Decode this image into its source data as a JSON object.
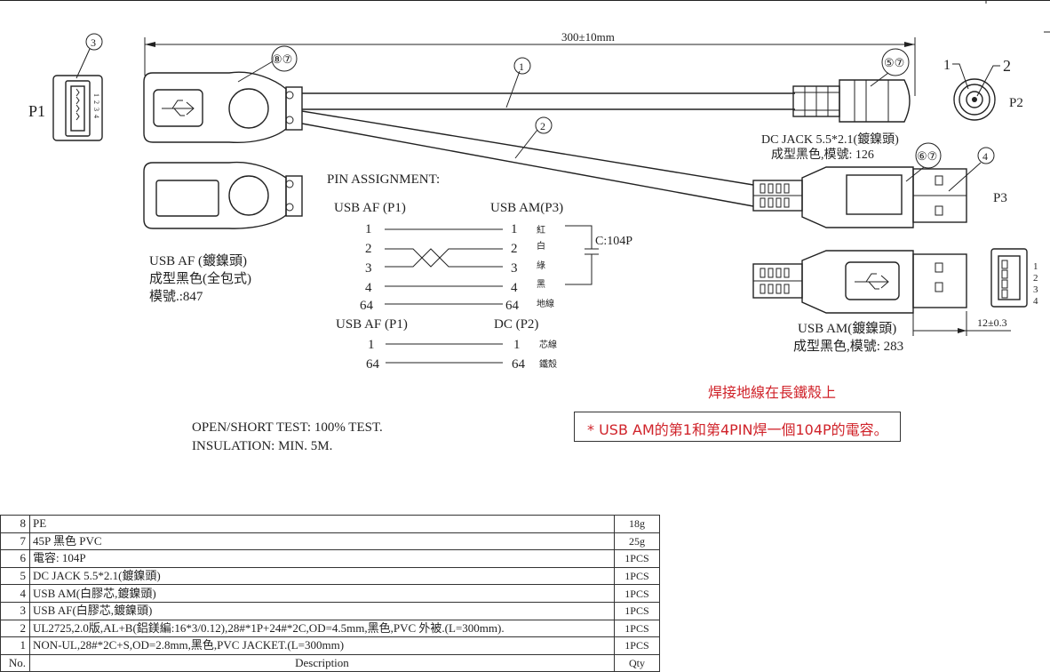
{
  "dimension": {
    "length": "300±10mm",
    "pin_pitch": "12±0.3"
  },
  "balloons": {
    "b3": "3",
    "b87": "⑧⑦",
    "b1": "1",
    "b57": "⑤⑦",
    "b2": "2",
    "b67": "⑥⑦",
    "b4": "4"
  },
  "p1": {
    "label": "P1",
    "pins": [
      "1",
      "2",
      "3",
      "4"
    ]
  },
  "p2": {
    "label": "P2",
    "pin_a": "1",
    "pin_b": "2"
  },
  "p3": {
    "label": "P3"
  },
  "usb_af": {
    "line1": "USB AF (鍍鎳頭)",
    "line2": "成型黑色(全包式)",
    "line3": "模號.:847"
  },
  "dc_jack": {
    "line1": "DC JACK 5.5*2.1(鍍鎳頭)",
    "line2": "成型黑色,模號: 126"
  },
  "usb_am": {
    "line1": "USB AM(鍍鎳頭)",
    "line2": "成型黑色,模號: 283",
    "pins": [
      "1",
      "2",
      "3",
      "4"
    ]
  },
  "pin_assignment": {
    "title": "PIN ASSIGNMENT:",
    "left_header": "USB AF (P1)",
    "right_header": "USB AM(P3)",
    "cap_label": "C:104P",
    "rows": [
      {
        "left": "1",
        "right": "1",
        "color": "紅"
      },
      {
        "left": "2",
        "right": "2",
        "color": "白"
      },
      {
        "left": "3",
        "right": "3",
        "color": "綠"
      },
      {
        "left": "4",
        "right": "4",
        "color": "黑"
      },
      {
        "left": "64",
        "right": "64",
        "color": "地線"
      }
    ],
    "left_header2": "USB AF (P1)",
    "right_header2": "DC (P2)",
    "rows2": [
      {
        "left": "1",
        "right": "1",
        "color": "芯線"
      },
      {
        "left": "64",
        "right": "64",
        "color": "鐵殼"
      }
    ]
  },
  "tests": {
    "line1": "OPEN/SHORT TEST: 100% TEST.",
    "line2": "INSULATION: MIN. 5M."
  },
  "notes": {
    "weld": "焊接地線在長鐵殼上",
    "capacitor": "* USB AM的第1和第4PIN焊一個104P的電容。"
  },
  "bom": {
    "header": {
      "no": "No.",
      "desc": "Description",
      "qty": "Qty"
    },
    "rows": [
      {
        "no": "8",
        "desc": "PE",
        "qty": "18g"
      },
      {
        "no": "7",
        "desc": "45P 黑色 PVC",
        "qty": "25g"
      },
      {
        "no": "6",
        "desc": "電容: 104P",
        "qty": "1PCS"
      },
      {
        "no": "5",
        "desc": "DC JACK 5.5*2.1(鍍鎳頭)",
        "qty": "1PCS"
      },
      {
        "no": "4",
        "desc": "USB AM(白膠芯,鍍鎳頭)",
        "qty": "1PCS"
      },
      {
        "no": "3",
        "desc": "USB AF(白膠芯,鍍鎳頭)",
        "qty": "1PCS"
      },
      {
        "no": "2",
        "desc": "UL2725,2.0版,AL+B(鋁鎂編:16*3/0.12),28#*1P+24#*2C,OD=4.5mm,黑色,PVC 外被.(L=300mm).",
        "qty": "1PCS"
      },
      {
        "no": "1",
        "desc": "NON-UL,28#*2C+S,OD=2.8mm,黑色,PVC JACKET.(L=300mm)",
        "qty": "1PCS"
      }
    ]
  }
}
